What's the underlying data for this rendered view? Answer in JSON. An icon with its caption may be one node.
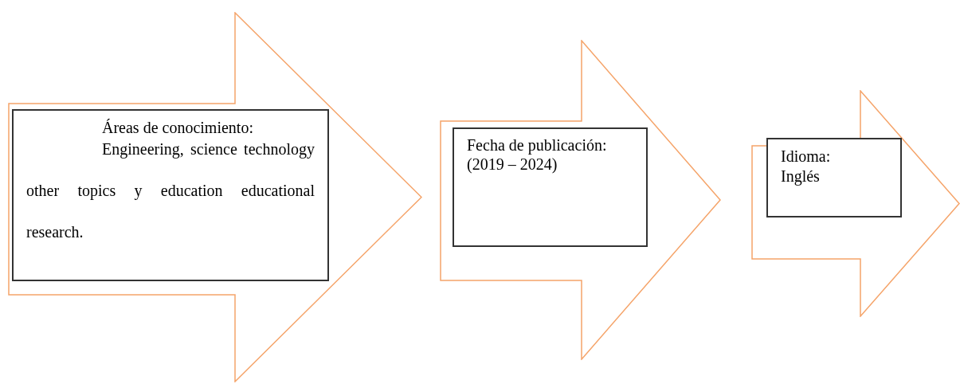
{
  "diagram": {
    "nodes": [
      {
        "text": [],
        "shape": "arrow"
      },
      {
        "text": [
          "Áreas de conocimiento:",
          "Engineering, science technology other topics y education educational research."
        ],
        "in": 0
      },
      {
        "text": [],
        "shape": "arrow"
      },
      {
        "text": [
          "Fecha de publicación:",
          "(2019 – 2024)"
        ],
        "in": 2
      },
      {
        "text": [],
        "shape": "arrow"
      },
      {
        "text": [
          "Idioma:",
          "Inglés"
        ],
        "in": 4
      }
    ]
  }
}
